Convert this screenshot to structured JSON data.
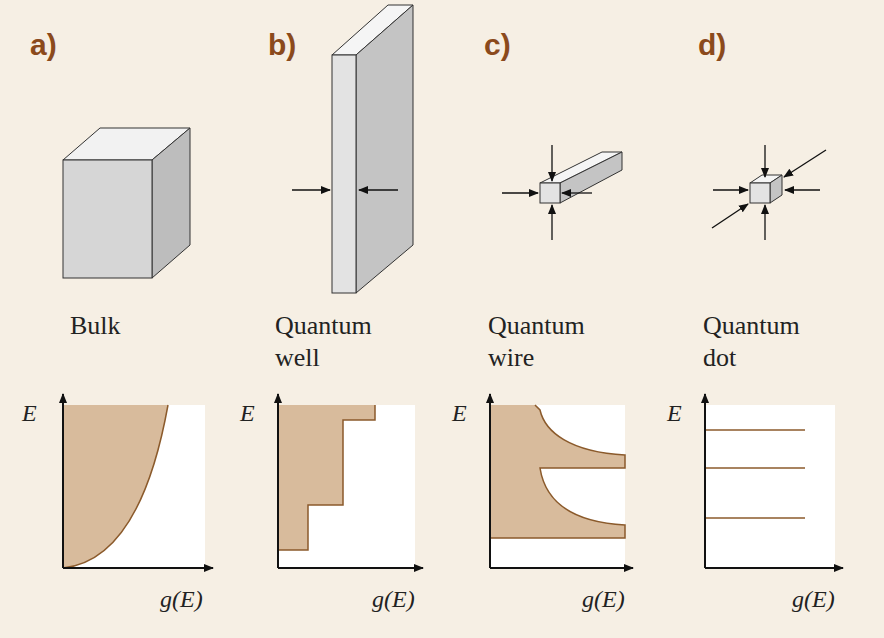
{
  "diagram": {
    "labels": [
      "a)",
      "b)",
      "c)",
      "d)",
      "Bulk",
      "Quantum well",
      "Quantum wire",
      "Quantum dot",
      "E",
      "g(E)",
      "E",
      "g(E)",
      "E",
      "g(E)",
      "E",
      "g(E)"
    ]
  }
}
